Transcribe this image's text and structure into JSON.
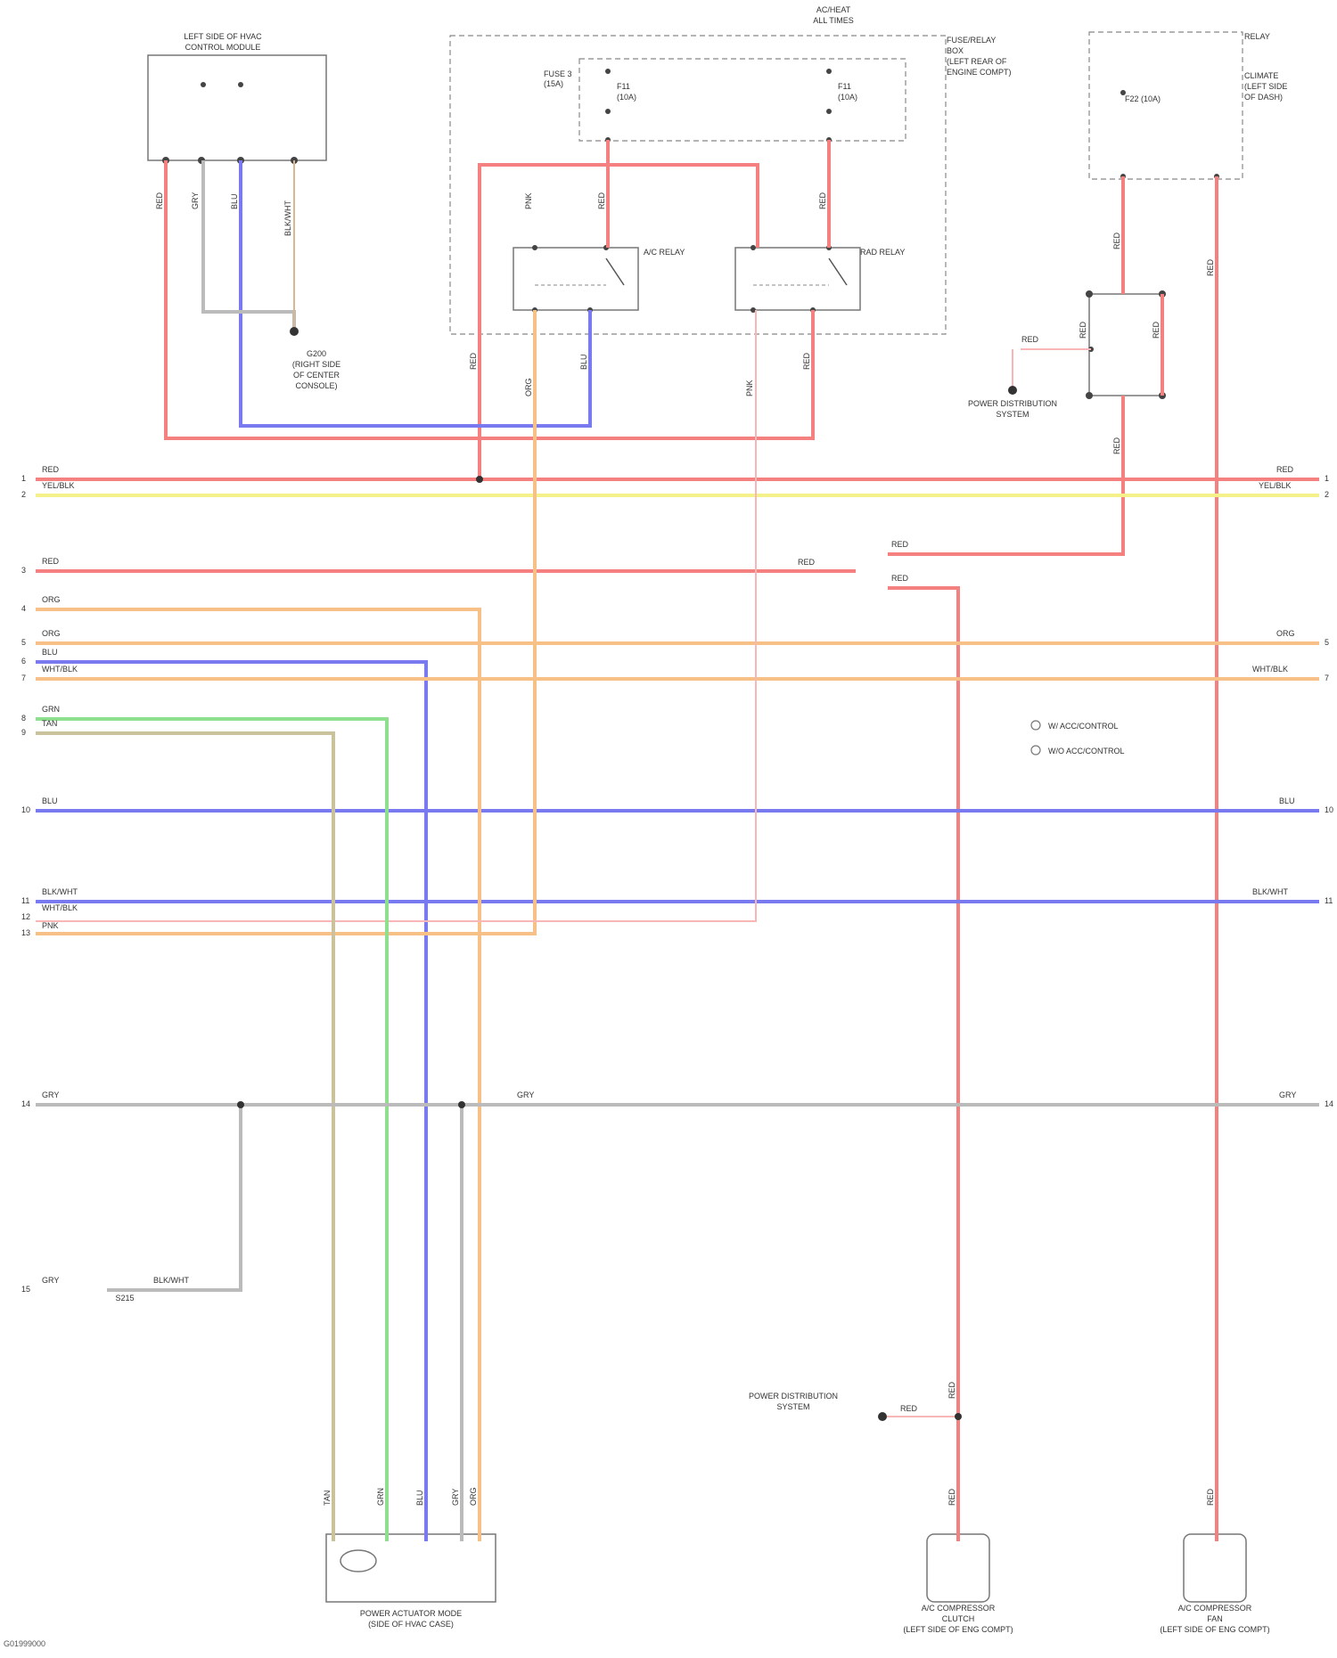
{
  "diagram": {
    "title": "AC/HEAT",
    "title2": "ALL TIMES"
  },
  "components": {
    "left_sensor": [
      "LEFT SIDE OF HVAC",
      "CONTROL MODULE"
    ],
    "relay_block": [
      "FUSE/RELAY",
      "BOX",
      "(LEFT REAR OF",
      "ENGINE COMPT)"
    ],
    "fuse_label": [
      "FUSE 3",
      "(15A)"
    ],
    "fuse_inner": [
      "F11",
      "(10A)"
    ],
    "right_block": [
      "F22 (10A)",
      "RELAY"
    ],
    "right_block_note": [
      "CLIMATE",
      "(LEFT SIDE",
      "OF DASH)"
    ],
    "relay1": "A/C RELAY",
    "relay2": "RAD RELAY",
    "ground1": [
      "G200",
      "(RIGHT SIDE",
      "OF CENTER",
      "CONSOLE)"
    ],
    "ground2": [
      "POWER DISTRIBUTION",
      "SYSTEM"
    ],
    "ground3": [
      "POWER DISTRIBUTION",
      "SYSTEM"
    ],
    "splice": "S215",
    "bottom_left": [
      "POWER ACTUATOR MODE",
      "(SIDE OF HVAC CASE)"
    ],
    "bottom_mid": [
      "A/C COMPRESSOR",
      "CLUTCH",
      "(LEFT SIDE OF ENG COMPT)"
    ],
    "bottom_right": [
      "A/C COMPRESSOR",
      "FAN",
      "(LEFT SIDE OF ENG COMPT)"
    ],
    "legend": [
      "W/ ACC/CONTROL",
      "W/O ACC/CONTROL"
    ]
  },
  "wires": {
    "red": "RED",
    "yel_blk": "YEL/BLK",
    "org": "ORG",
    "grn": "GRN",
    "blu": "BLU",
    "blk_wht": "BLK/WHT",
    "wht_blk": "WHT/BLK",
    "gry": "GRY",
    "tan": "TAN",
    "pnk": "PNK"
  },
  "row_numbers": [
    "1",
    "2",
    "3",
    "4",
    "5",
    "6",
    "7",
    "8",
    "9",
    "10",
    "11",
    "12",
    "13",
    "14",
    "15"
  ],
  "footer": "G01999000"
}
